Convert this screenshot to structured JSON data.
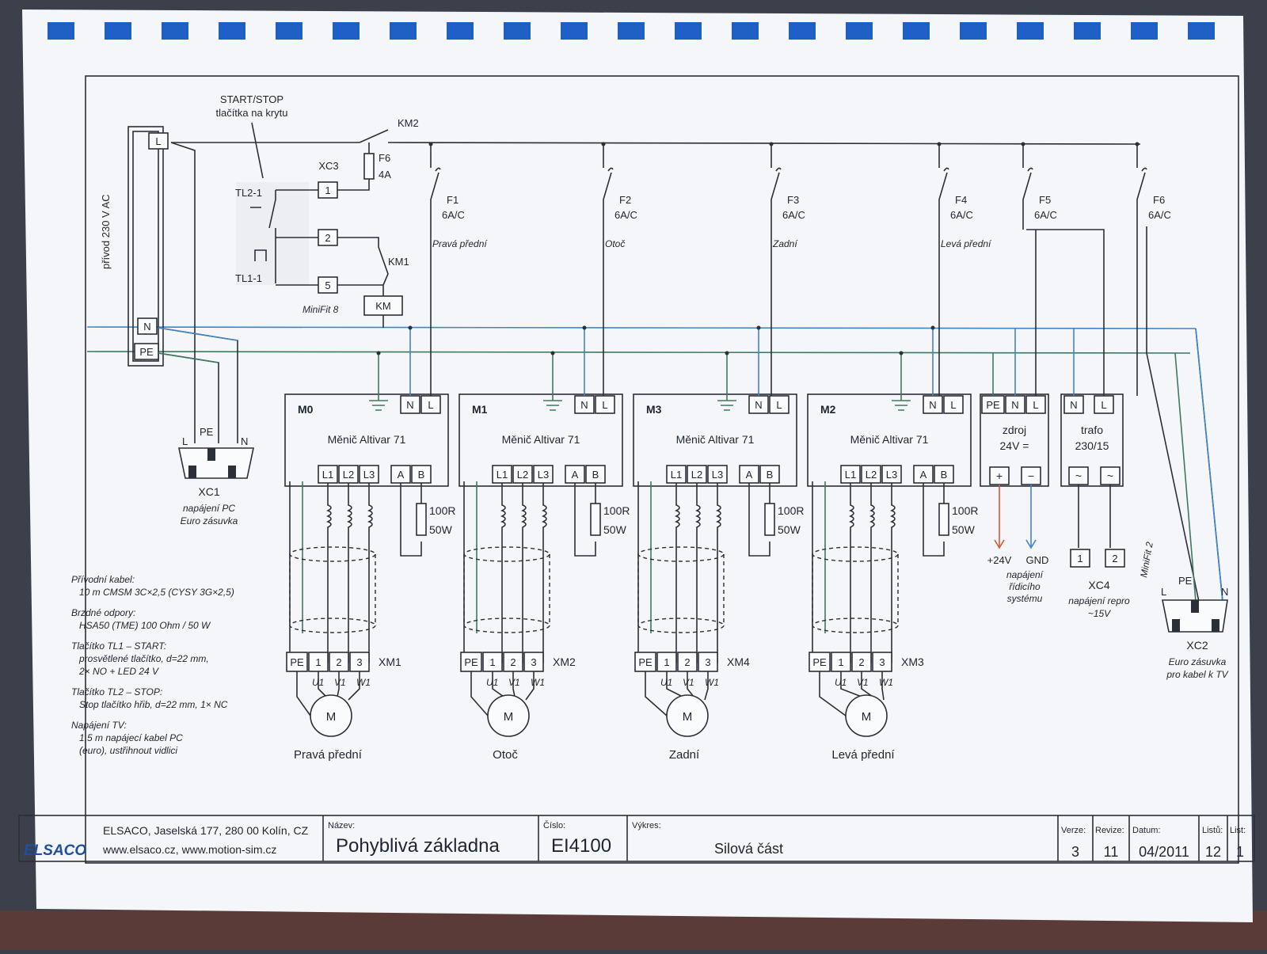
{
  "header": {
    "start_stop_title": "START/STOP",
    "start_stop_sub": "tlačítka na krytu",
    "supply_label": "přívod 230 V AC",
    "km2": "KM2",
    "f6": "F6",
    "f6_rating": "4A",
    "xc3": "XC3",
    "tl2": "TL2-1",
    "tl1": "TL1-1",
    "km1": "KM1",
    "km": "KM",
    "minifit8": "MiniFit 8",
    "minifit2": "MiniFit 2",
    "terminals": [
      "1",
      "2",
      "5"
    ],
    "bus_l": "L",
    "bus_n": "N",
    "bus_pe": "PE"
  },
  "breakers": [
    {
      "name": "F1",
      "rating": "6A/C",
      "note": "Pravá přední"
    },
    {
      "name": "F2",
      "rating": "6A/C",
      "note": "Otoč"
    },
    {
      "name": "F3",
      "rating": "6A/C",
      "note": "Zadní"
    },
    {
      "name": "F4",
      "rating": "6A/C",
      "note": "Levá přední"
    },
    {
      "name": "F5",
      "rating": "6A/C",
      "note": ""
    },
    {
      "name": "F6",
      "rating": "6A/C",
      "note": ""
    }
  ],
  "drives": [
    {
      "id": "M0",
      "title": "Měnič Altivar 71",
      "connector": "XM1",
      "motor": "Pravá přední"
    },
    {
      "id": "M1",
      "title": "Měnič Altivar 71",
      "connector": "XM2",
      "motor": "Otoč"
    },
    {
      "id": "M3",
      "title": "Měnič Altivar 71",
      "connector": "XM4",
      "motor": "Zadní"
    },
    {
      "id": "M2",
      "title": "Měnič Altivar 71",
      "connector": "XM3",
      "motor": "Levá přední"
    }
  ],
  "drive_common": {
    "term_n": "N",
    "term_l": "L",
    "outputs": [
      "L1",
      "L2",
      "L3"
    ],
    "brake_terms": [
      "A",
      "B"
    ],
    "resistor": [
      "100R",
      "50W"
    ],
    "conn_pins": [
      "PE",
      "1",
      "2",
      "3"
    ],
    "motor_pins": [
      "U1",
      "V1",
      "W1"
    ],
    "motor_symbol": "M"
  },
  "psu": {
    "terms": [
      "PE",
      "N",
      "L"
    ],
    "title": "zdroj",
    "voltage": "24V =",
    "outs": [
      "+",
      "−"
    ],
    "out_labels": [
      "+24V",
      "GND"
    ],
    "desc": [
      "napájení",
      "řídicího",
      "systému"
    ]
  },
  "trafo": {
    "terms": [
      "N",
      "L"
    ],
    "title": "trafo",
    "ratio": "230/15",
    "outs": [
      "~",
      "~"
    ],
    "pins": [
      "1",
      "2"
    ],
    "conn": "XC4",
    "desc": [
      "napájení repro",
      "~15V"
    ]
  },
  "xc1": {
    "name": "XC1",
    "desc": [
      "napájení PC",
      "Euro zásuvka"
    ],
    "pins": [
      "L",
      "PE",
      "N"
    ]
  },
  "xc2": {
    "name": "XC2",
    "desc": [
      "Euro zásuvka",
      "pro kabel k TV"
    ],
    "pins": [
      "L",
      "PE",
      "N"
    ]
  },
  "notes": [
    {
      "title": "Přívodní kabel:",
      "lines": [
        "10 m CMSM 3C×2,5 (CYSY 3G×2,5)"
      ]
    },
    {
      "title": "Brzdné odpory:",
      "lines": [
        "HSA50 (TME) 100 Ohm / 50 W"
      ]
    },
    {
      "title": "Tlačítko TL1 – START:",
      "lines": [
        "prosvětlené tlačítko, d=22 mm,",
        "2× NO + LED 24 V"
      ]
    },
    {
      "title": "Tlačítko TL2 – STOP:",
      "lines": [
        "Stop tlačítko hřib, d=22 mm, 1× NC"
      ]
    },
    {
      "title": "Napájení TV:",
      "lines": [
        "1,5 m napájecí kabel PC",
        "(euro), ustřihnout vidlici"
      ]
    }
  ],
  "titleblock": {
    "company": "ELSACO, Jaselská 177, 280 00 Kolín, CZ",
    "web": "www.elsaco.cz, www.motion-sim.cz",
    "logo": "ELSACO",
    "name_label": "Název:",
    "name": "Pohyblivá základna",
    "number_label": "Číslo:",
    "number": "EI4100",
    "drawing_label": "Výkres:",
    "drawing": "Silová část",
    "version_label": "Verze:",
    "version": "3",
    "revision_label": "Revize:",
    "revision": "11",
    "date_label": "Datum:",
    "date": "04/2011",
    "sheets_label": "Listů:",
    "sheets": "12",
    "sheet_label": "List:",
    "sheet": "1"
  }
}
